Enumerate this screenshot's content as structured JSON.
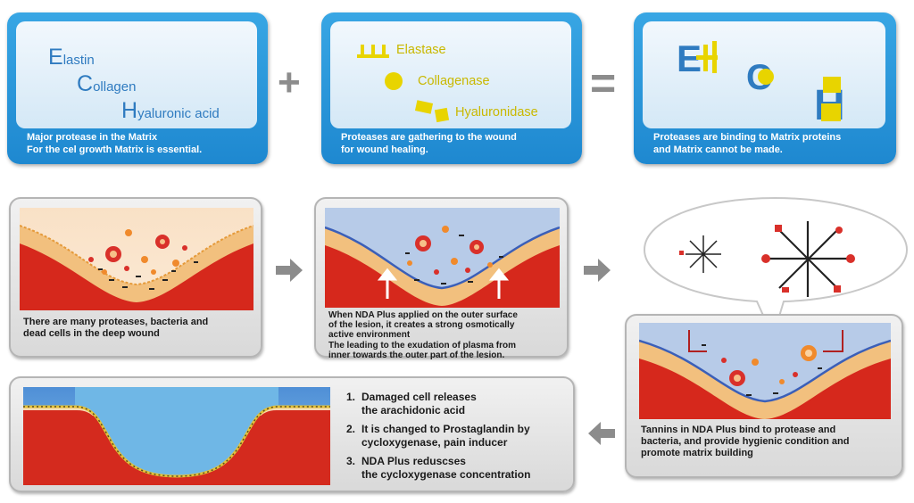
{
  "top_row": {
    "matrix": {
      "items": [
        {
          "initial": "E",
          "rest": "lastin"
        },
        {
          "initial": "C",
          "rest": "ollagen"
        },
        {
          "initial": "H",
          "rest": "yaluronic acid"
        }
      ],
      "caption_lines": [
        "Major protease in the Matrix",
        "For the cel growth Matrix is essential."
      ]
    },
    "plus": "+",
    "proteases": {
      "items": [
        "Elastase",
        "Collagenase",
        "Hyaluronidase"
      ],
      "caption_lines": [
        "Proteases are gathering to the wound",
        "for wound healing."
      ]
    },
    "equals": "=",
    "binding": {
      "caption_lines": [
        "Proteases are binding to Matrix proteins",
        "and Matrix cannot be made."
      ]
    }
  },
  "middle_row": {
    "panel1": {
      "caption_lines": [
        "There are many proteases, bacteria and",
        "dead cells in the deep wound"
      ]
    },
    "panel2": {
      "caption_lines": [
        "When NDA Plus applied on the outer surface",
        "of the lesion, it creates a strong osmotically",
        "active environment",
        "The leading to the exudation of plasma from",
        "inner towards the outer part of the lesion."
      ]
    },
    "panel3": {
      "caption_lines": [
        "Tannins in NDA Plus bind to protease and",
        "bacteria, and provide hygienic condition and",
        "promote matrix building"
      ]
    }
  },
  "bottom_row": {
    "steps": [
      {
        "num": "1.",
        "lines": [
          "Damaged cell releases",
          "the arachidonic acid"
        ]
      },
      {
        "num": "2.",
        "lines": [
          "It is changed to Prostaglandin by",
          "cycloxygenase, pain inducer"
        ]
      },
      {
        "num": "3.",
        "lines": [
          "NDA Plus reduscses",
          "the cycloxygenase concentration"
        ]
      }
    ]
  },
  "colors": {
    "card_blue": "#2b96dc",
    "matrix_text": "#2f7bc0",
    "enzyme_yellow": "#e8d400",
    "arrow_gray": "#8c8c8c",
    "tissue_red": "#d42a1e",
    "skin_peach": "#f4c58a",
    "wound_blue": "#6fb7e6"
  }
}
